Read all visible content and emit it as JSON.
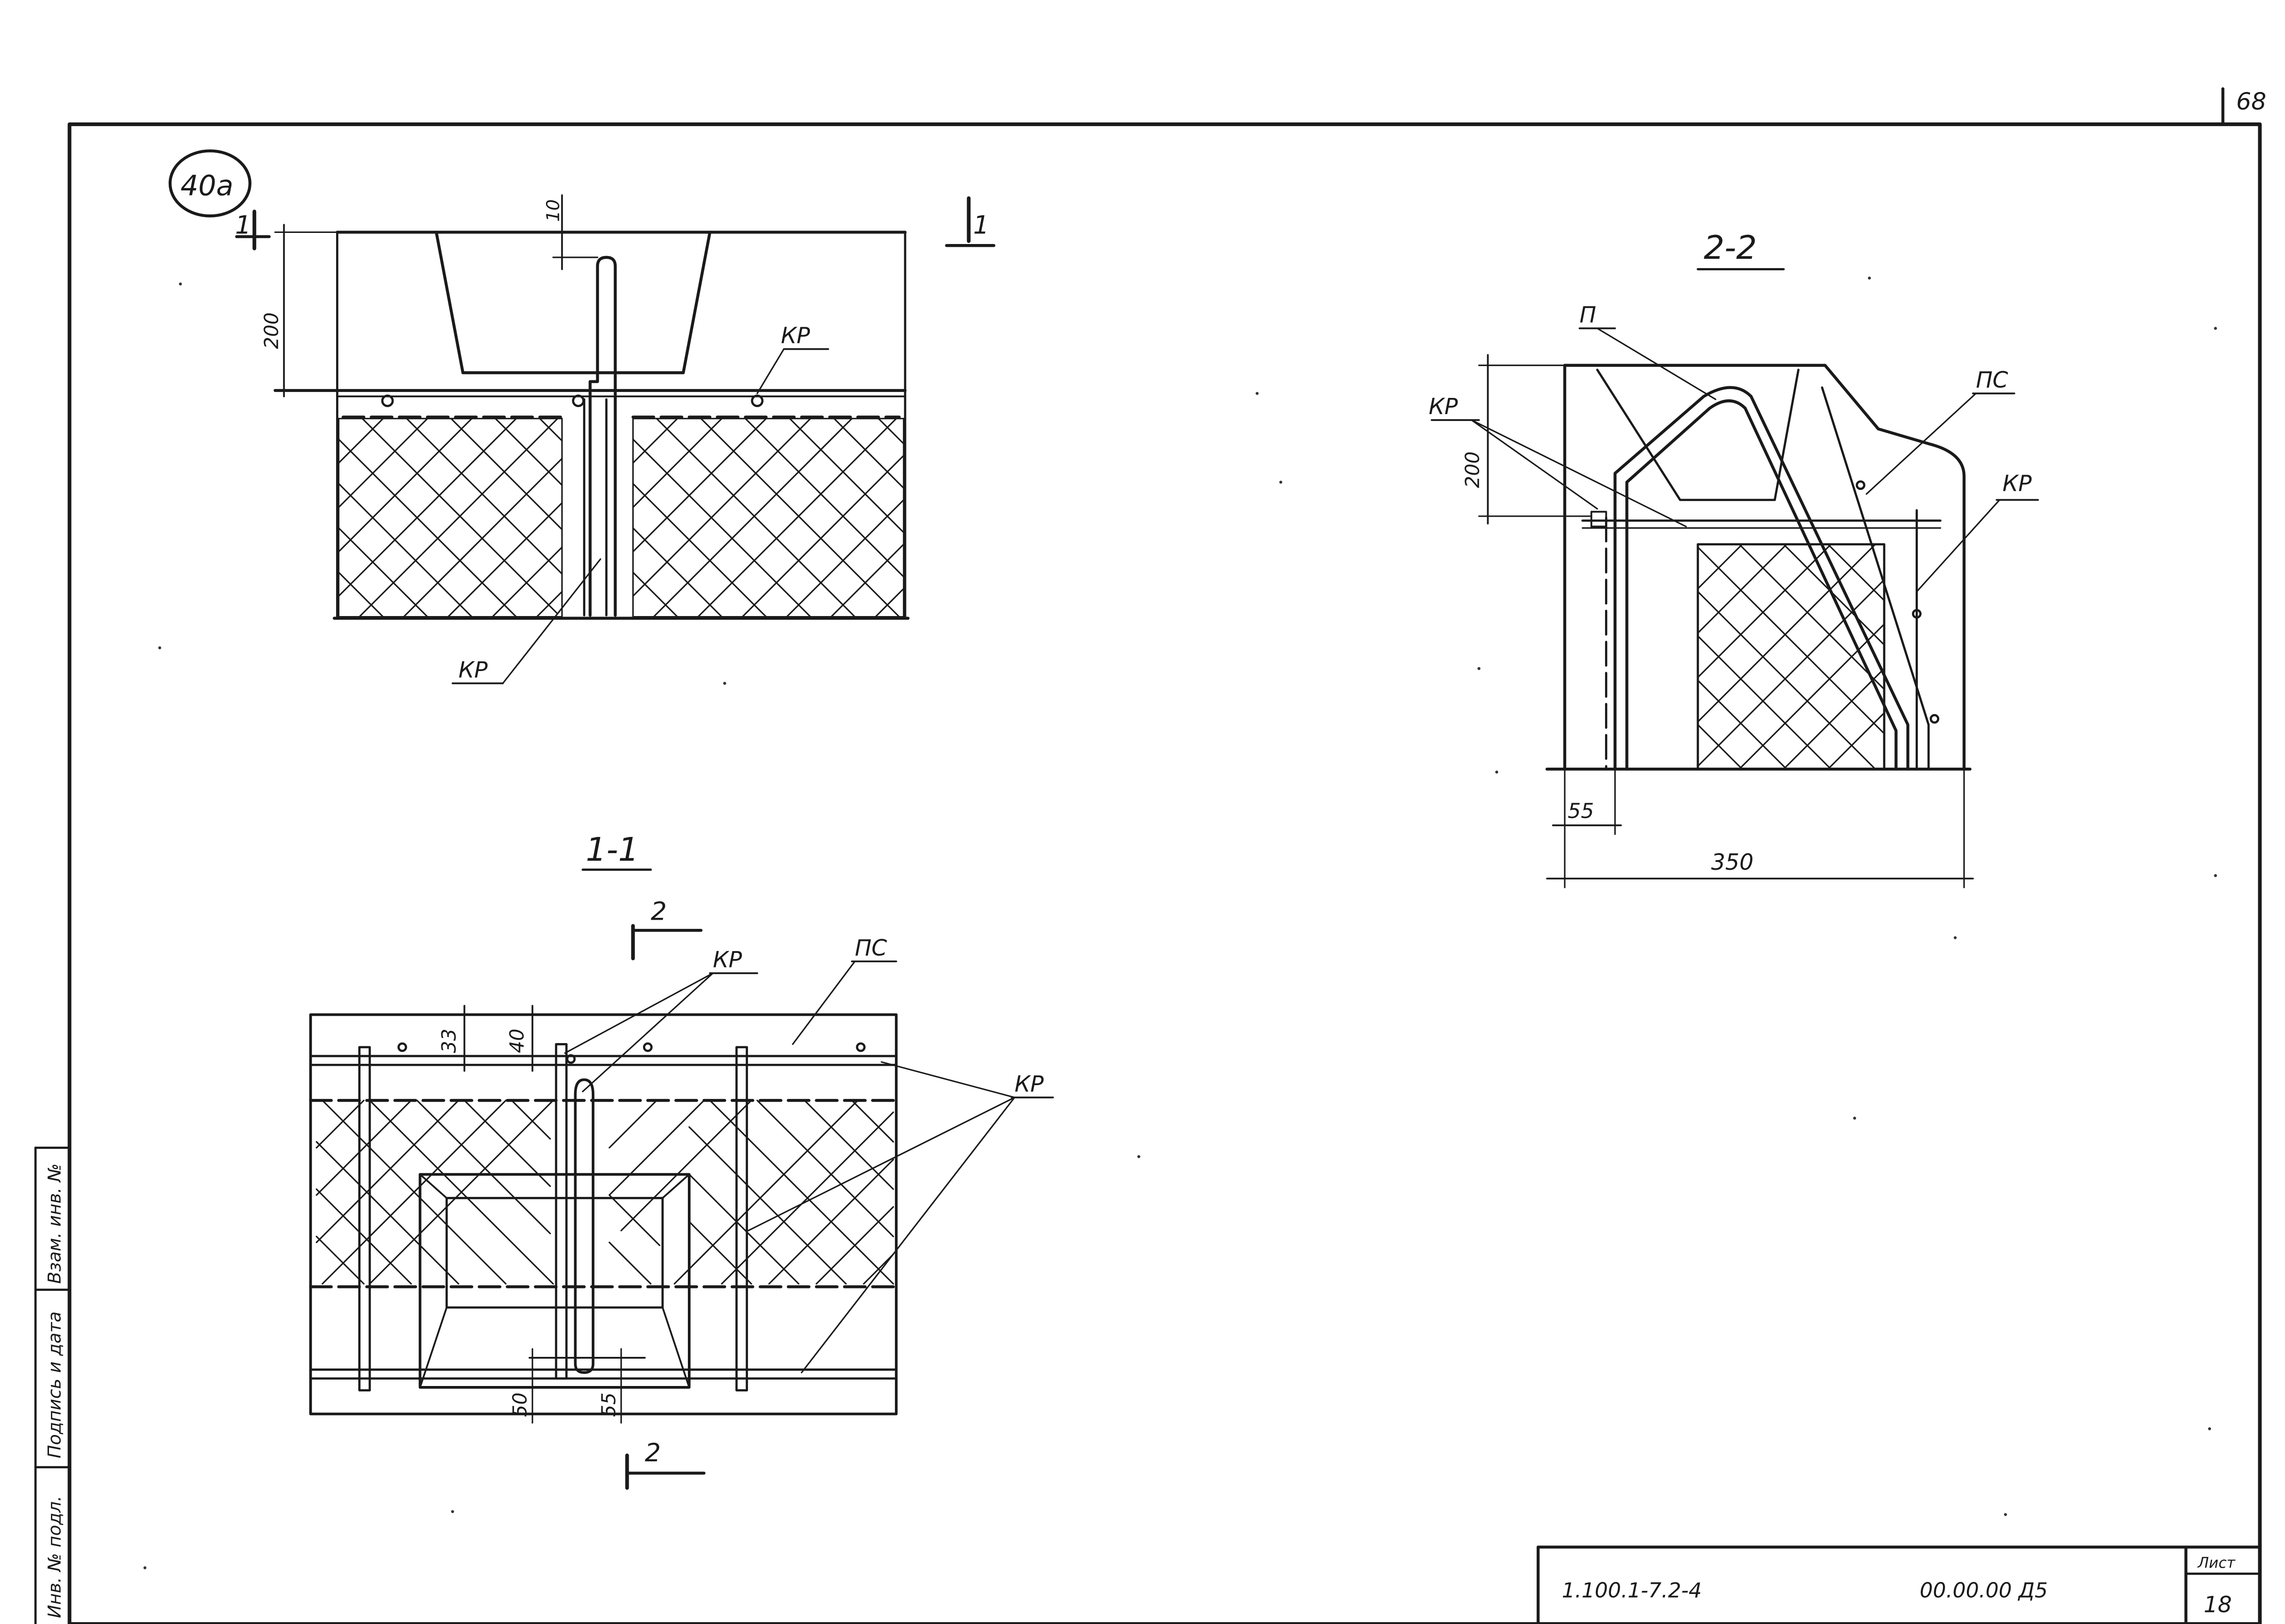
{
  "page_number": "68",
  "detail_mark": "40a",
  "labels": {
    "kr": "КР",
    "p": "П",
    "ps": "ПС"
  },
  "section_marks": {
    "cut_1": "1",
    "cut_2": "2",
    "section_1_1": "1-1",
    "section_2_2": "2-2"
  },
  "dimensions": {
    "d10": "10",
    "d200": "200",
    "d33": "33",
    "d40": "40",
    "d50": "50",
    "d55": "55",
    "d350": "350"
  },
  "side_stamp": {
    "inv_podl": "Инв. № подл.",
    "podpis_data": "Подпись и дата",
    "vzam_inv": "Взам. инв. №"
  },
  "title_block": {
    "series_code": "1.100.1-7.2-4",
    "doc_code": "00.00.00 Д5",
    "sheet_label": "Лист",
    "sheet_number": "18"
  }
}
